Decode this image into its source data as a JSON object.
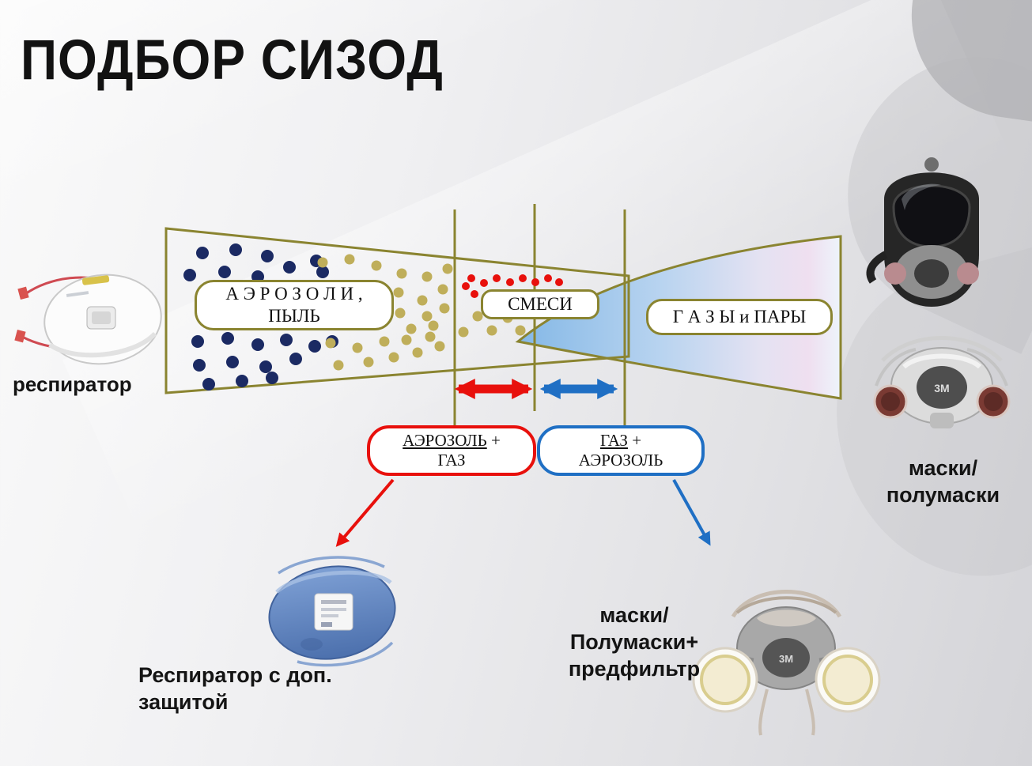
{
  "title": "ПОДБОР СИЗОД",
  "brand": "3M",
  "colors": {
    "olive": "#8a8430",
    "red": "#e8100c",
    "blue": "#1f6fc4",
    "navy": "#1b2a63",
    "khaki": "#bfae5a"
  },
  "funnel": {
    "aerosol_box": {
      "line1": "А Э Р О З О Л И ,",
      "line2": "ПЫЛЬ"
    },
    "mix_box": {
      "label": "СМЕСИ"
    },
    "gas_box": {
      "label": "Г А З Ы и ПАРЫ"
    }
  },
  "combo": {
    "aerosol_gas": {
      "underlined": "АЭРОЗОЛЬ",
      "suffix": " +",
      "line2": "ГАЗ"
    },
    "gas_aerosol": {
      "underlined": "ГАЗ",
      "suffix": " +",
      "line2": "АЭРОЗОЛЬ"
    }
  },
  "captions": {
    "respirator": "респиратор",
    "masks": {
      "line1": "маски/",
      "line2": "полумаски"
    },
    "respirator_plus": {
      "line1": "Респиратор с доп.",
      "line2": "защитой"
    },
    "halfmask_prefilter": {
      "line1": "маски/",
      "line2": "Полумаски+",
      "line3": "предфильтр"
    }
  }
}
